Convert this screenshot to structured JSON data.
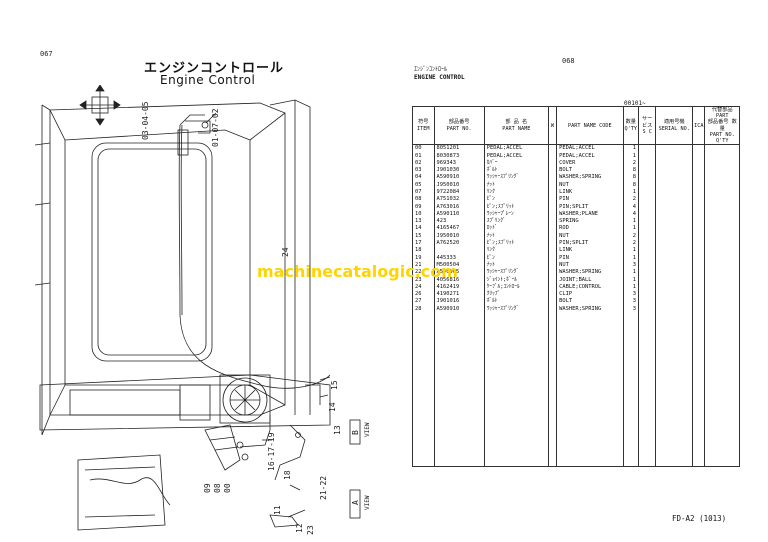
{
  "left_page": {
    "page_number": "067",
    "title_jp": "エンジンコントロール",
    "title_en": "Engine Control",
    "callouts": [
      "03-04-05",
      "01-07-02",
      "24",
      "15",
      "14",
      "13",
      "16-17-19",
      "18",
      "09",
      "08",
      "00",
      "11",
      "12",
      "21-22",
      "23",
      "B",
      "A",
      "VIEW",
      "VIEW"
    ]
  },
  "right_page": {
    "page_number": "068",
    "title_jp": "ｴﾝｼﾞﾝｺﾝﾄﾛｰﾙ",
    "title_en": "ENGINE CONTROL",
    "serial_range": "00101~",
    "footer": "FD-A2 (1013)"
  },
  "table": {
    "headers": {
      "item_jp": "符号",
      "item_en": "ITEM",
      "part_no_jp": "部品番号",
      "part_no_en": "PART NO.",
      "part_name_jp": "部 品 名",
      "part_name_en": "PART NAME",
      "code_col": "W",
      "code_en": "PART NAME CODE",
      "qty_jp": "数量",
      "qty_en": "Q'TY",
      "service_jp": "サービス",
      "service_en": "S C",
      "serial_jp": "適用号機",
      "serial_en": "SERIAL NO.",
      "repl_jp": "代替部品",
      "repl_en": "PART",
      "repl2_jp": "部品番号 数量",
      "repl2_en": "PART NO. Q'TY",
      "ica": "ICA"
    },
    "rows": [
      {
        "item": "00",
        "part_no": "8051201",
        "name_jp": "PEDAL;ACCEL",
        "name_en": "PEDAL;ACCEL",
        "qty": "1"
      },
      {
        "item": "01",
        "part_no": "8030873",
        "name_jp": "PEDAL;ACCEL",
        "name_en": "PEDAL;ACCEL",
        "qty": "1"
      },
      {
        "item": "02",
        "part_no": "969343",
        "name_jp": "ｶﾊﾞｰ",
        "name_en": "COVER",
        "qty": "2"
      },
      {
        "item": "03",
        "part_no": "J901030",
        "name_jp": "ﾎﾞﾙﾄ",
        "name_en": "BOLT",
        "qty": "8"
      },
      {
        "item": "04",
        "part_no": "A590910",
        "name_jp": "ﾜｯｼｬｰｽﾌﾟﾘﾝｸﾞ",
        "name_en": "WASHER;SPRING",
        "qty": "8"
      },
      {
        "item": "05",
        "part_no": "J950010",
        "name_jp": "ﾅｯﾄ",
        "name_en": "NUT",
        "qty": "8"
      },
      {
        "item": "07",
        "part_no": "9722084",
        "name_jp": "ﾘﾝｸ",
        "name_en": "LINK",
        "qty": "1"
      },
      {
        "item": "08",
        "part_no": "A751032",
        "name_jp": "ﾋﾟﾝ",
        "name_en": "PIN",
        "qty": "2"
      },
      {
        "item": "09",
        "part_no": "A763016",
        "name_jp": "ﾋﾟﾝ;ｽﾌﾟﾘｯﾄ",
        "name_en": "PIN;SPLIT",
        "qty": "4"
      },
      {
        "item": "10",
        "part_no": "A590110",
        "name_jp": "ﾜｯｼｬｰﾌﾟﾚｰﾝ",
        "name_en": "WASHER;PLANE",
        "qty": "4"
      },
      {
        "item": "13",
        "part_no": "423",
        "name_jp": "ｽﾌﾟﾘﾝｸﾞ",
        "name_en": "SPRING",
        "qty": "1"
      },
      {
        "item": "14",
        "part_no": "4165467",
        "name_jp": "ﾛｯﾄﾞ",
        "name_en": "ROD",
        "qty": "1"
      },
      {
        "item": "15",
        "part_no": "J950010",
        "name_jp": "ﾅｯﾄ",
        "name_en": "NUT",
        "qty": "2"
      },
      {
        "item": "17",
        "part_no": "A762520",
        "name_jp": "ﾋﾟﾝ;ｽﾌﾟﾘｯﾄ",
        "name_en": "PIN;SPLIT",
        "qty": "2"
      },
      {
        "item": "18",
        "part_no": "",
        "name_jp": "ﾘﾝｸ",
        "name_en": "LINK",
        "qty": "1"
      },
      {
        "item": "19",
        "part_no": "445333",
        "name_jp": "ﾋﾟﾝ",
        "name_en": "PIN",
        "qty": "1"
      },
      {
        "item": "21",
        "part_no": "M500504",
        "name_jp": "ﾅｯﾄ",
        "name_en": "NUT",
        "qty": "3"
      },
      {
        "item": "22",
        "part_no": "A590905",
        "name_jp": "ﾜｯｼｬｰｽﾌﾟﾘﾝｸﾞ",
        "name_en": "WASHER;SPRING",
        "qty": "1"
      },
      {
        "item": "23",
        "part_no": "4056816",
        "name_jp": "ｼﾞｮｲﾝﾄ;ﾎﾞｰﾙ",
        "name_en": "JOINT;BALL",
        "qty": "1"
      },
      {
        "item": "24",
        "part_no": "4162419",
        "name_jp": "ｹｰﾌﾞﾙ;ｺﾝﾄﾛｰﾙ",
        "name_en": "CABLE;CONTROL",
        "qty": "1"
      },
      {
        "item": "26",
        "part_no": "4190271",
        "name_jp": "ｸﾘｯﾌﾟ",
        "name_en": "CLIP",
        "qty": "3"
      },
      {
        "item": "27",
        "part_no": "J901016",
        "name_jp": "ﾎﾞﾙﾄ",
        "name_en": "BOLT",
        "qty": "3"
      },
      {
        "item": "28",
        "part_no": "A590910",
        "name_jp": "ﾜｯｼｬｰｽﾌﾟﾘﾝｸﾞ",
        "name_en": "WASHER;SPRING",
        "qty": "3"
      }
    ],
    "blank_rows": 21
  },
  "watermark": "machinecatalogic.com"
}
